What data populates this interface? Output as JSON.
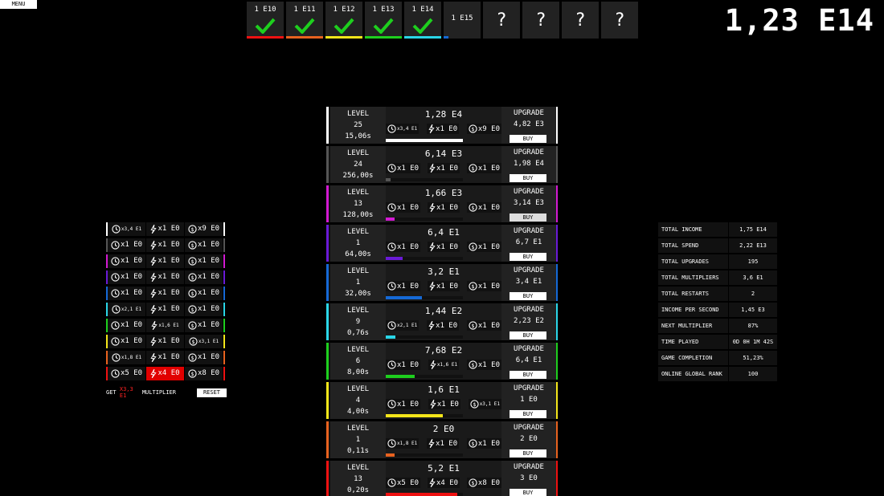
{
  "menu": {
    "label": "MENU"
  },
  "total_money": "1,23 E14",
  "milestones": [
    {
      "label": "1 E10",
      "state": "done",
      "color": "#e11"
    },
    {
      "label": "1 E11",
      "state": "done",
      "color": "#e8621f"
    },
    {
      "label": "1 E12",
      "state": "done",
      "color": "#f4e61a"
    },
    {
      "label": "1 E13",
      "state": "done",
      "color": "#1ecf1e"
    },
    {
      "label": "1 E14",
      "state": "done",
      "color": "#2ad6e8"
    },
    {
      "label": "1 E15",
      "state": "pending",
      "color": "#1569d6",
      "progress": 0.12
    },
    {
      "label": "?",
      "state": "locked"
    },
    {
      "label": "?",
      "state": "locked"
    },
    {
      "label": "?",
      "state": "locked"
    },
    {
      "label": "?",
      "state": "locked"
    }
  ],
  "multiplier_table": {
    "rows": [
      {
        "color": "#ffffff",
        "time": "x3,4 E1",
        "power": "x1 E0",
        "money": "x9 E0",
        "time_small": true
      },
      {
        "color": "#555555",
        "time": "x1 E0",
        "power": "x1 E0",
        "money": "x1 E0"
      },
      {
        "color": "#d21ad2",
        "time": "x1 E0",
        "power": "x1 E0",
        "money": "x1 E0"
      },
      {
        "color": "#6a1ad6",
        "time": "x1 E0",
        "power": "x1 E0",
        "money": "x1 E0"
      },
      {
        "color": "#1569d6",
        "time": "x1 E0",
        "power": "x1 E0",
        "money": "x1 E0"
      },
      {
        "color": "#2ad6e8",
        "time": "x2,1 E1",
        "power": "x1 E0",
        "money": "x1 E0",
        "time_small": true
      },
      {
        "color": "#1ecf1e",
        "time": "x1 E0",
        "power": "x1,6 E1",
        "money": "x1 E0",
        "power_small": true
      },
      {
        "color": "#f4e61a",
        "time": "x1 E0",
        "power": "x1 E0",
        "money": "x3,1 E1",
        "money_small": true
      },
      {
        "color": "#e8621f",
        "time": "x1,8 E1",
        "power": "x1 E0",
        "money": "x1 E0",
        "time_small": true
      },
      {
        "color": "#e11",
        "time": "x5 E0",
        "power": "x4 E0",
        "money": "x8 E0",
        "power_highlight": true
      }
    ],
    "get_prefix": "GET",
    "get_value": "X3,3 E1",
    "get_suffix": "MULTIPLIER",
    "reset_label": "RESET"
  },
  "generators": [
    {
      "color": "#ffffff",
      "level_label": "LEVEL",
      "level": "25",
      "time": "15,06s",
      "value": "1,28 E4",
      "time_mult": "x3,4 E1",
      "power_mult": "x1 E0",
      "money_mult": "x9 E0",
      "time_small": true,
      "upgrade_label": "UPGRADE",
      "cost": "4,82 E3",
      "buy_label": "BUY",
      "progress": 1.0
    },
    {
      "color": "#555555",
      "level_label": "LEVEL",
      "level": "24",
      "time": "256,00s",
      "value": "6,14 E3",
      "time_mult": "x1 E0",
      "power_mult": "x1 E0",
      "money_mult": "x1 E0",
      "upgrade_label": "UPGRADE",
      "cost": "1,98 E4",
      "buy_label": "BUY",
      "progress": 0.06
    },
    {
      "color": "#d21ad2",
      "level_label": "LEVEL",
      "level": "13",
      "time": "128,00s",
      "value": "1,66 E3",
      "time_mult": "x1 E0",
      "power_mult": "x1 E0",
      "money_mult": "x1 E0",
      "upgrade_label": "UPGRADE",
      "cost": "3,14 E3",
      "buy_label": "BUY",
      "progress": 0.11,
      "hover": true
    },
    {
      "color": "#6a1ad6",
      "level_label": "LEVEL",
      "level": "1",
      "time": "64,00s",
      "value": "6,4 E1",
      "time_mult": "x1 E0",
      "power_mult": "x1 E0",
      "money_mult": "x1 E0",
      "upgrade_label": "UPGRADE",
      "cost": "6,7 E1",
      "buy_label": "BUY",
      "progress": 0.22
    },
    {
      "color": "#1569d6",
      "level_label": "LEVEL",
      "level": "1",
      "time": "32,00s",
      "value": "3,2 E1",
      "time_mult": "x1 E0",
      "power_mult": "x1 E0",
      "money_mult": "x1 E0",
      "upgrade_label": "UPGRADE",
      "cost": "3,4 E1",
      "buy_label": "BUY",
      "progress": 0.47
    },
    {
      "color": "#2ad6e8",
      "level_label": "LEVEL",
      "level": "9",
      "time": "0,76s",
      "value": "1,44 E2",
      "time_mult": "x2,1 E1",
      "power_mult": "x1 E0",
      "money_mult": "x1 E0",
      "time_small": true,
      "upgrade_label": "UPGRADE",
      "cost": "2,23 E2",
      "buy_label": "BUY",
      "progress": 0.13
    },
    {
      "color": "#1ecf1e",
      "level_label": "LEVEL",
      "level": "6",
      "time": "8,00s",
      "value": "7,68 E2",
      "time_mult": "x1 E0",
      "power_mult": "x1,6 E1",
      "money_mult": "x1 E0",
      "power_small": true,
      "upgrade_label": "UPGRADE",
      "cost": "6,4 E1",
      "buy_label": "BUY",
      "progress": 0.37
    },
    {
      "color": "#f4e61a",
      "level_label": "LEVEL",
      "level": "4",
      "time": "4,00s",
      "value": "1,6 E1",
      "time_mult": "x1 E0",
      "power_mult": "x1 E0",
      "money_mult": "x3,1 E1",
      "money_small": true,
      "upgrade_label": "UPGRADE",
      "cost": "1 E0",
      "buy_label": "BUY",
      "progress": 0.74
    },
    {
      "color": "#e8621f",
      "level_label": "LEVEL",
      "level": "1",
      "time": "0,11s",
      "value": "2 E0",
      "time_mult": "x1,8 E1",
      "power_mult": "x1 E0",
      "money_mult": "x1 E0",
      "time_small": true,
      "upgrade_label": "UPGRADE",
      "cost": "2 E0",
      "buy_label": "BUY",
      "progress": 0.11
    },
    {
      "color": "#e11",
      "level_label": "LEVEL",
      "level": "13",
      "time": "0,20s",
      "value": "5,2 E1",
      "time_mult": "x5 E0",
      "power_mult": "x4 E0",
      "money_mult": "x8 E0",
      "upgrade_label": "UPGRADE",
      "cost": "3 E0",
      "buy_label": "BUY",
      "progress": 0.93
    }
  ],
  "stats": [
    {
      "label": "TOTAL INCOME",
      "value": "1,75 E14"
    },
    {
      "label": "TOTAL SPEND",
      "value": "2,22 E13"
    },
    {
      "label": "TOTAL UPGRADES",
      "value": "195"
    },
    {
      "label": "TOTAL MULTIPLIERS",
      "value": "3,6 E1"
    },
    {
      "label": "TOTAL RESTARTS",
      "value": "2"
    },
    {
      "label": "INCOME PER SECOND",
      "value": "1,45 E3"
    },
    {
      "label": "NEXT MULTIPLIER",
      "value": "87%"
    },
    {
      "label": "TIME PLAYED",
      "value": "0D 0H 1M 42S"
    },
    {
      "label": "GAME COMPLETION",
      "value": "51,23%"
    },
    {
      "label": "ONLINE GLOBAL RANK",
      "value": "100"
    }
  ]
}
